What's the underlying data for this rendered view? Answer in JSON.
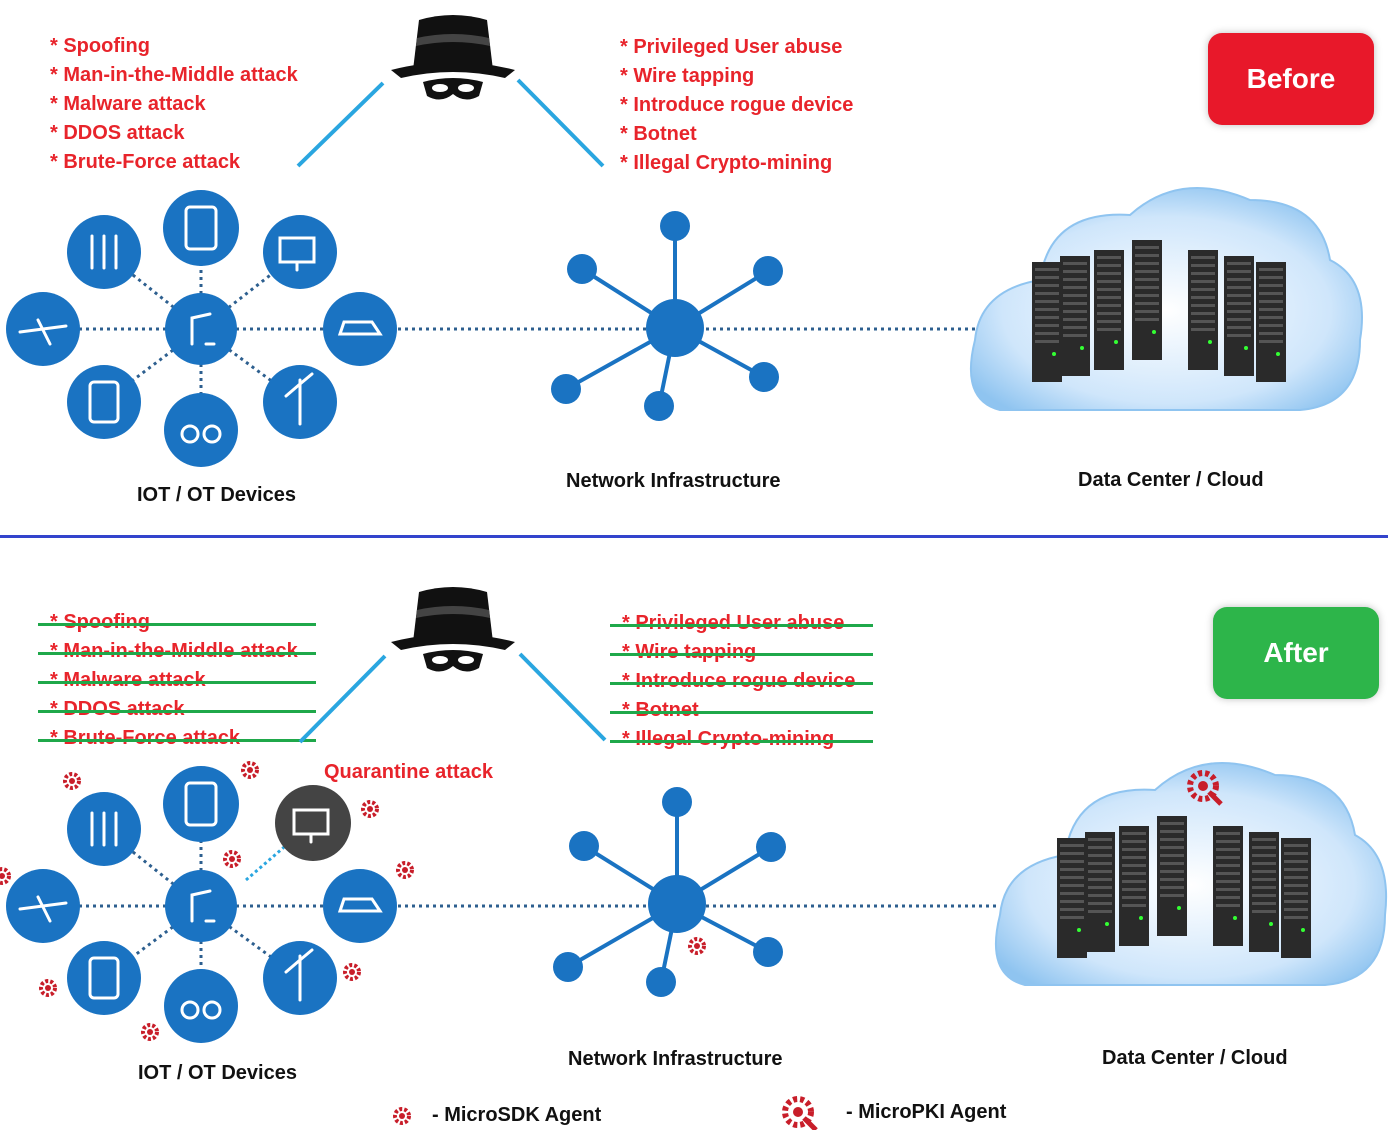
{
  "before": {
    "badge": "Before",
    "threats_left": [
      "* Spoofing",
      "* Man-in-the-Middle attack",
      "* Malware attack",
      "* DDOS attack",
      "* Brute-Force attack"
    ],
    "threats_right": [
      "* Privileged User abuse",
      "* Wire tapping",
      "* Introduce rogue device",
      "* Botnet",
      "* Illegal Crypto-mining"
    ],
    "labels": {
      "devices": "IOT / OT Devices",
      "network": "Network Infrastructure",
      "cloud": "Data Center / Cloud"
    }
  },
  "after": {
    "badge": "After",
    "threats_left": [
      "* Spoofing",
      "* Man-in-the-Middle attack",
      "* Malware attack",
      "* DDOS attack",
      "* Brute-Force attack"
    ],
    "threats_right": [
      "* Privileged User abuse",
      "* Wire tapping",
      "* Introduce rogue device",
      "* Botnet",
      "* Illegal Crypto-mining"
    ],
    "quarantine": "Quarantine attack",
    "labels": {
      "devices": "IOT / OT Devices",
      "network": "Network Infrastructure",
      "cloud": "Data Center / Cloud"
    }
  },
  "legend": {
    "sdk": "- MicroSDK Agent",
    "pki": "- MicroPKI Agent"
  },
  "colors": {
    "threat": "#e8242b",
    "strike": "#1fa84a",
    "device_blue": "#1a73c2",
    "divider": "#3344cc",
    "before_badge": "#e8182a",
    "after_badge": "#2db54a"
  }
}
